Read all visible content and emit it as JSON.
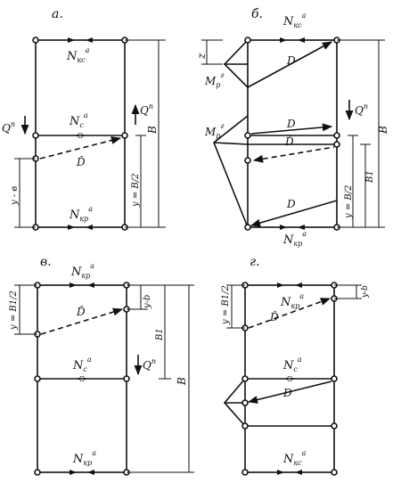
{
  "panels": {
    "a": {
      "label": "а.",
      "n_kc": {
        "main": "N",
        "sub": "кс",
        "sup": "а"
      },
      "n_c": {
        "main": "N",
        "sub": "с",
        "sup": "а"
      },
      "n_kr": {
        "main": "N",
        "sub": "кр",
        "sup": "а"
      },
      "d_hat": "D̂",
      "q_left": {
        "main": "Q",
        "sup": "п"
      },
      "q_right": {
        "main": "Q",
        "sup": "п"
      },
      "dim_b": "B",
      "dim_b2": "y = B/2",
      "dim_ya": "y - в"
    },
    "b": {
      "label": "б.",
      "n_kc": {
        "main": "N",
        "sub": "кс",
        "sup": "а"
      },
      "n_kr": {
        "main": "N",
        "sub": "кр",
        "sup": "а"
      },
      "d1": "D",
      "d2": "D",
      "d3": "D̂",
      "d4": "D",
      "m1": {
        "main": "M",
        "sub": "р",
        "sup": "г"
      },
      "m2": {
        "main": "M",
        "sub": "р",
        "sup": "г"
      },
      "z": "z",
      "q": {
        "main": "Q",
        "sup": "п"
      },
      "dim_b": "B",
      "dim_b1": "B1",
      "dim_yb2": "y = B/2"
    },
    "v": {
      "label": "в.",
      "n_kr_top": {
        "main": "N",
        "sub": "кр",
        "sup": "а"
      },
      "n_c": {
        "main": "N",
        "sub": "с",
        "sup": "а"
      },
      "n_kr_bottom": {
        "main": "N",
        "sub": "кр",
        "sup": "а"
      },
      "d_hat": "D̂",
      "q": {
        "main": "Q",
        "sup": "п"
      },
      "dim_y_b1_2": "y = B1/2",
      "dim_yb": "y-b",
      "dim_b1": "B1",
      "dim_b": "B"
    },
    "g": {
      "label": "г.",
      "n_kr": {
        "main": "N",
        "sub": "кр",
        "sup": "а"
      },
      "n_c": {
        "main": "N",
        "sub": "с",
        "sup": "а"
      },
      "n_kc": {
        "main": "N",
        "sub": "кс",
        "sup": "а"
      },
      "d_hat": "D̂",
      "d": "D",
      "dim_y_b1_2": "y = B1/2",
      "dim_yb": "y-b"
    }
  }
}
